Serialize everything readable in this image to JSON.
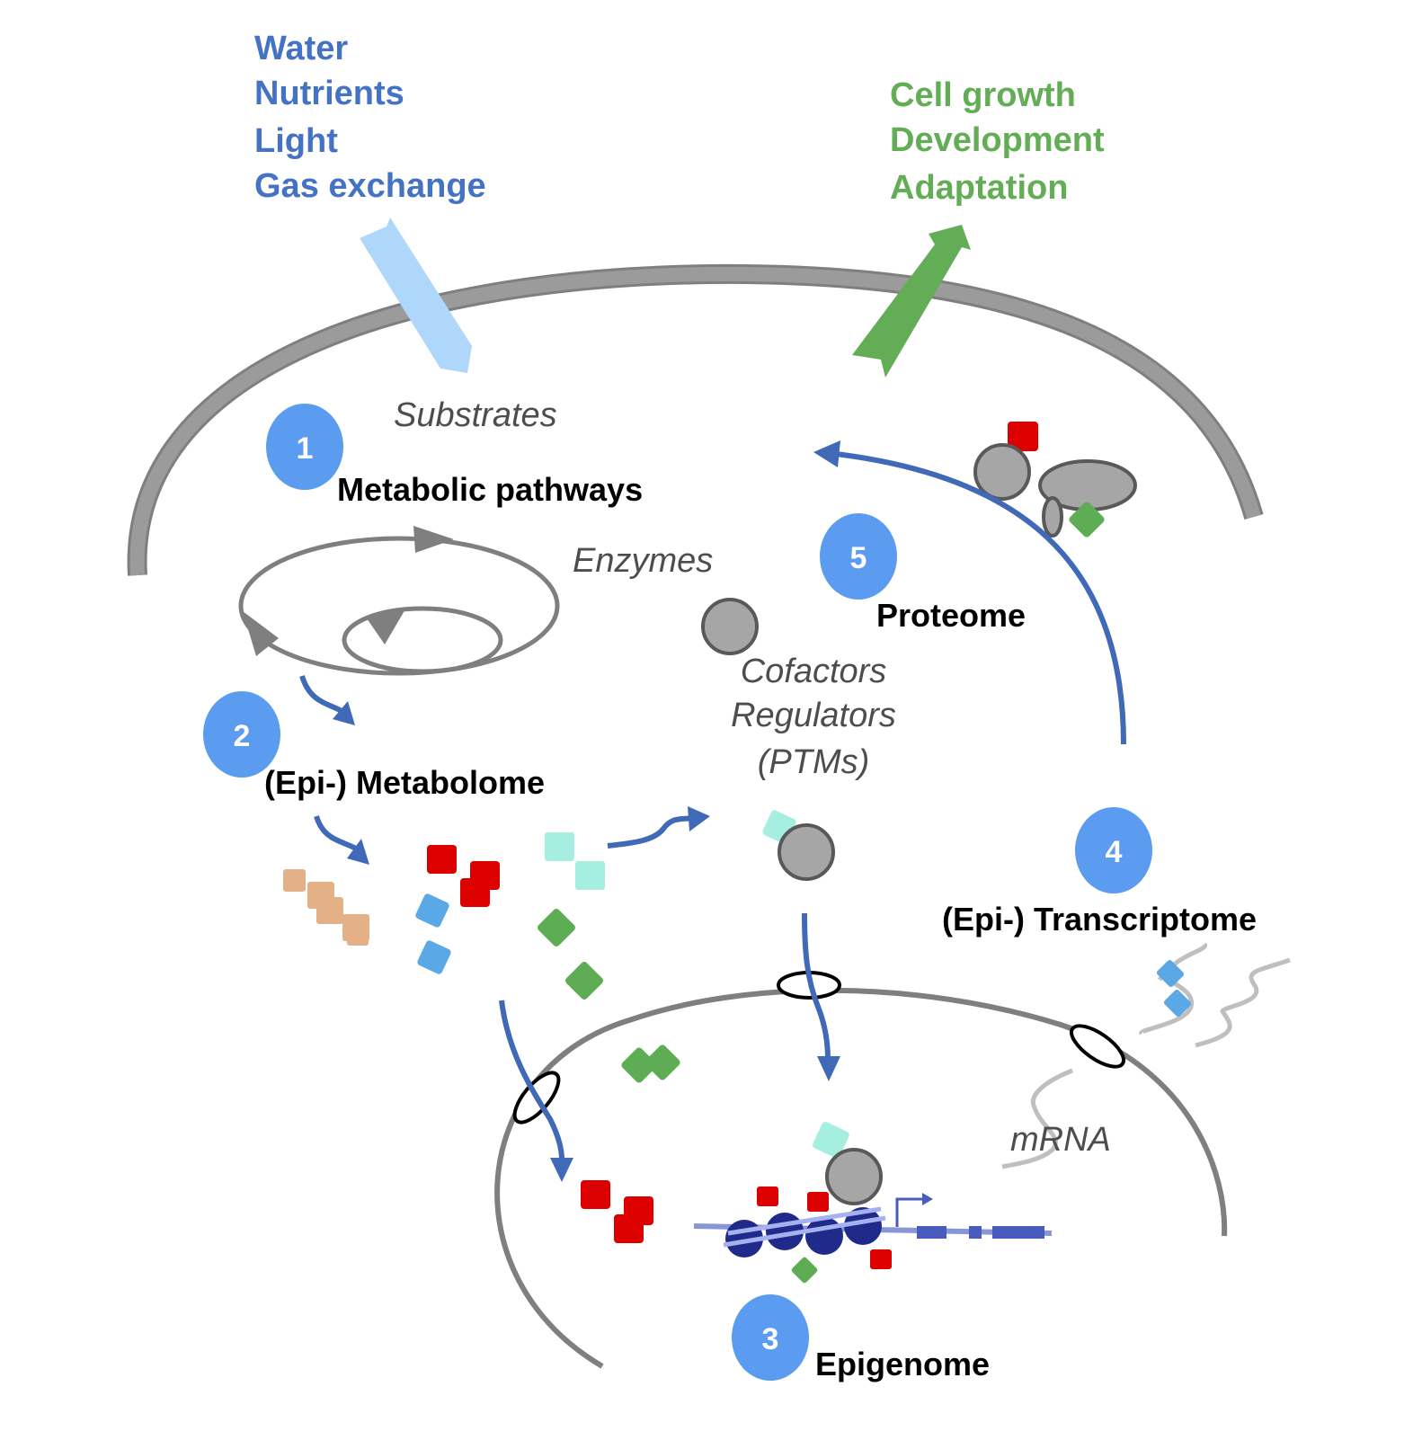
{
  "inputs": {
    "line1": "Water",
    "line2": "Nutrients",
    "line3": "Light",
    "line4": "Gas exchange"
  },
  "outputs": {
    "line1": "Cell growth",
    "line2": "Development",
    "line3": "Adaptation"
  },
  "labels": {
    "substrates": "Substrates",
    "metabolic_pathways": "Metabolic pathways",
    "enzymes": "Enzymes",
    "proteome": "Proteome",
    "cofactors": "Cofactors",
    "regulators": "Regulators",
    "ptms": "(PTMs)",
    "metabolome": "(Epi-) Metabolome",
    "transcriptome": "(Epi-) Transcriptome",
    "mrna": "mRNA",
    "epigenome": "Epigenome"
  },
  "steps": [
    "1",
    "2",
    "3",
    "4",
    "5"
  ],
  "colors": {
    "input_text": "#4472c4",
    "output_text": "#62ad55",
    "step_circle": "#5b9cf0",
    "arrow_blue": "#4069b8",
    "membrane": "#9b9b9b",
    "metabolite_red": "#dd0000",
    "metabolite_blue": "#5ba8e6",
    "metabolite_green": "#5ead55",
    "metabolite_cyan": "#a6efe0",
    "metabolite_tan": "#e4b186",
    "nucleosome": "#1f2a8a"
  }
}
